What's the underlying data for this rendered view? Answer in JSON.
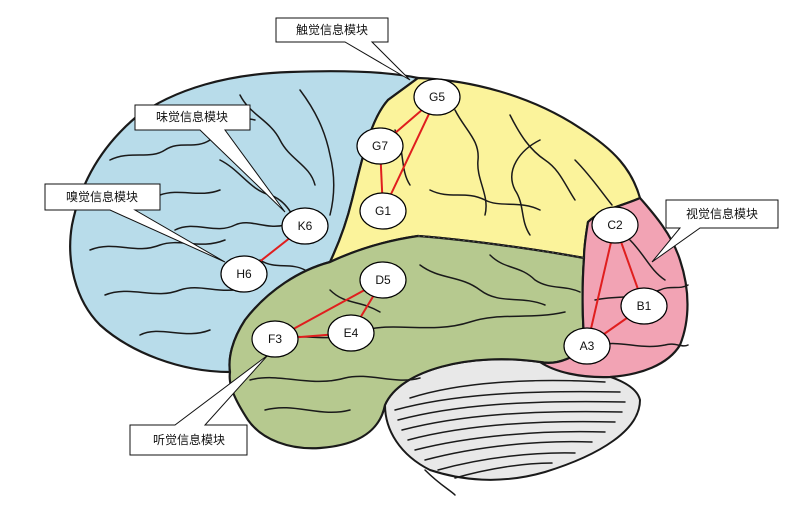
{
  "diagram": {
    "colors": {
      "tactile_lobe": "#fbf39b",
      "frontal_lobe": "#b8dcea",
      "temporal_lobe": "#b6c98f",
      "occipital_lobe": "#f2a3b4",
      "cerebellum": "#e8e8e8",
      "edge": "#e01e1e"
    },
    "nodes": [
      {
        "id": "G5",
        "label": "G5"
      },
      {
        "id": "G7",
        "label": "G7"
      },
      {
        "id": "G1",
        "label": "G1"
      },
      {
        "id": "K6",
        "label": "K6"
      },
      {
        "id": "H6",
        "label": "H6"
      },
      {
        "id": "D5",
        "label": "D5"
      },
      {
        "id": "E4",
        "label": "E4"
      },
      {
        "id": "F3",
        "label": "F3"
      },
      {
        "id": "C2",
        "label": "C2"
      },
      {
        "id": "B1",
        "label": "B1"
      },
      {
        "id": "A3",
        "label": "A3"
      }
    ],
    "edges": [
      [
        "G5",
        "G7"
      ],
      [
        "G7",
        "G1"
      ],
      [
        "G5",
        "G1"
      ],
      [
        "K6",
        "H6"
      ],
      [
        "D5",
        "F3"
      ],
      [
        "F3",
        "E4"
      ],
      [
        "E4",
        "D5"
      ],
      [
        "C2",
        "B1"
      ],
      [
        "C2",
        "A3"
      ],
      [
        "A3",
        "B1"
      ]
    ],
    "callouts": [
      {
        "id": "tactile",
        "label": "触觉信息模块"
      },
      {
        "id": "taste",
        "label": "味觉信息模块"
      },
      {
        "id": "smell",
        "label": "嗅觉信息模块"
      },
      {
        "id": "visual",
        "label": "视觉信息模块"
      },
      {
        "id": "auditory",
        "label": "听觉信息模块"
      }
    ]
  }
}
